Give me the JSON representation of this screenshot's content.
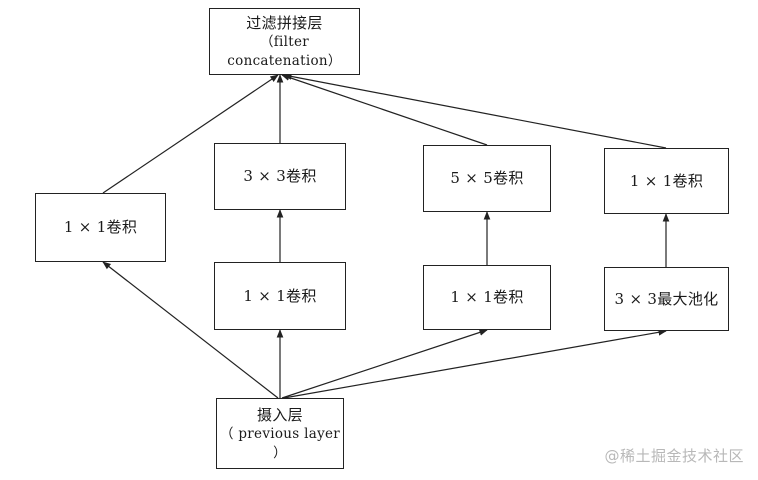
{
  "nodes": {
    "filter_concat": {
      "line1": "过滤拼接层",
      "line2": "（filter concatenation）"
    },
    "conv3x3": {
      "label": "3 × 3卷积"
    },
    "conv5x5": {
      "label": "5 × 5卷积"
    },
    "conv1x1_top_right": {
      "label": "1 × 1卷积"
    },
    "conv1x1_left": {
      "label": "1 × 1卷积"
    },
    "conv1x1_mid_a": {
      "label": "1 × 1卷积"
    },
    "conv1x1_mid_b": {
      "label": "1 × 1卷积"
    },
    "maxpool3x3": {
      "label": "3 × 3最大池化"
    },
    "previous_layer": {
      "line1": "摄入层",
      "line2": "（ previous layer ）"
    }
  },
  "watermark": "@稀土掘金技术社区"
}
